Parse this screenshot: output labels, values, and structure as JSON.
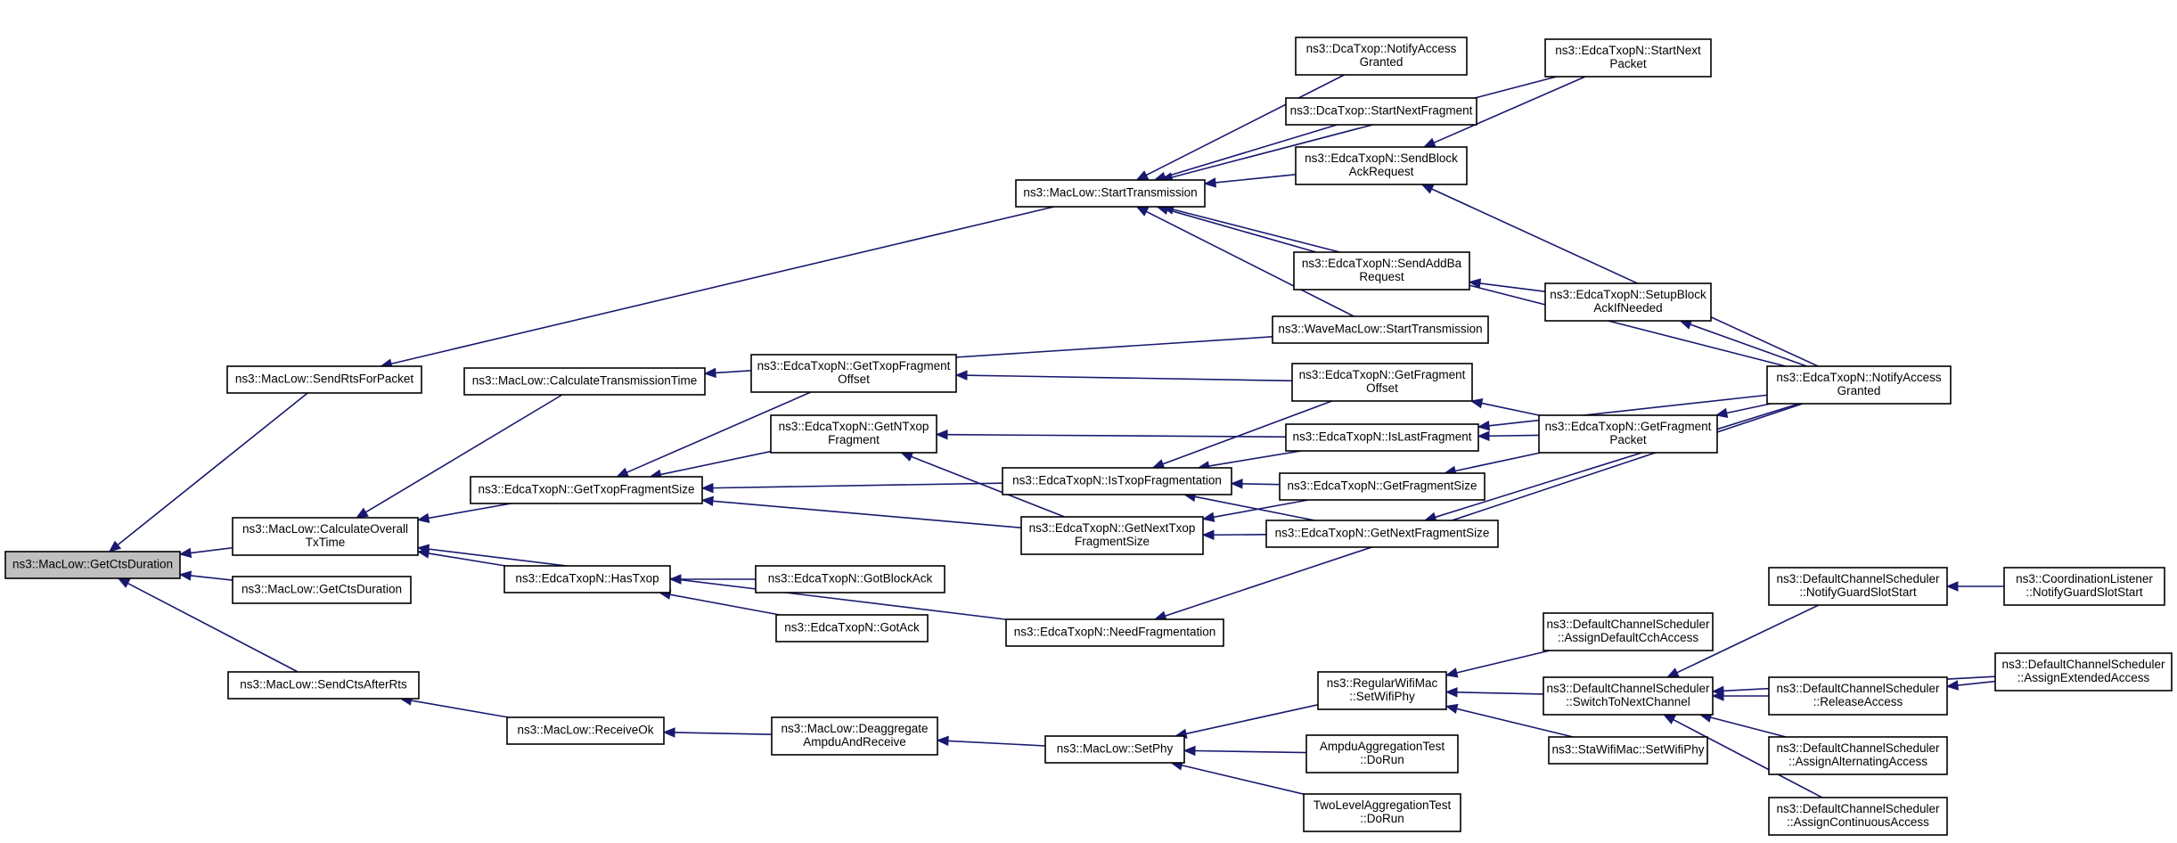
{
  "nodes": [
    {
      "id": "root",
      "lines": [
        "ns3::MacLow::GetCtsDuration"
      ],
      "root": true
    },
    {
      "id": "sendRtsForPacket",
      "lines": [
        "ns3::MacLow::SendRtsForPacket"
      ]
    },
    {
      "id": "calcOverall",
      "lines": [
        "ns3::MacLow::CalculateOverall",
        "TxTime"
      ]
    },
    {
      "id": "getCtsDuration2",
      "lines": [
        "ns3::MacLow::GetCtsDuration"
      ]
    },
    {
      "id": "sendCtsAfterRts",
      "lines": [
        "ns3::MacLow::SendCtsAfterRts"
      ]
    },
    {
      "id": "calcTransTime",
      "lines": [
        "ns3::MacLow::CalculateTransmissionTime"
      ]
    },
    {
      "id": "getTxopFragSize",
      "lines": [
        "ns3::EdcaTxopN::GetTxopFragmentSize"
      ]
    },
    {
      "id": "hasTxop",
      "lines": [
        "ns3::EdcaTxopN::HasTxop"
      ]
    },
    {
      "id": "receiveOk",
      "lines": [
        "ns3::MacLow::ReceiveOk"
      ]
    },
    {
      "id": "startTransmission",
      "lines": [
        "ns3::MacLow::StartTransmission"
      ]
    },
    {
      "id": "getTxopFragOffset",
      "lines": [
        "ns3::EdcaTxopN::GetTxopFragment",
        "Offset"
      ]
    },
    {
      "id": "getNTxopFrag",
      "lines": [
        "ns3::EdcaTxopN::GetNTxop",
        "Fragment"
      ]
    },
    {
      "id": "gotBlockAck",
      "lines": [
        "ns3::EdcaTxopN::GotBlockAck"
      ]
    },
    {
      "id": "gotAck",
      "lines": [
        "ns3::EdcaTxopN::GotAck"
      ]
    },
    {
      "id": "deaggregate",
      "lines": [
        "ns3::MacLow::Deaggregate",
        "AmpduAndReceive"
      ]
    },
    {
      "id": "isTxopFrag",
      "lines": [
        "ns3::EdcaTxopN::IsTxopFragmentation"
      ]
    },
    {
      "id": "getNextTxopFragSize",
      "lines": [
        "ns3::EdcaTxopN::GetNextTxop",
        "FragmentSize"
      ]
    },
    {
      "id": "needFrag",
      "lines": [
        "ns3::EdcaTxopN::NeedFragmentation"
      ]
    },
    {
      "id": "setPhy",
      "lines": [
        "ns3::MacLow::SetPhy"
      ]
    },
    {
      "id": "dcaNotify",
      "lines": [
        "ns3::DcaTxop::NotifyAccess",
        "Granted"
      ]
    },
    {
      "id": "dcaStartNext",
      "lines": [
        "ns3::DcaTxop::StartNextFragment"
      ]
    },
    {
      "id": "sendBlockAckReq",
      "lines": [
        "ns3::EdcaTxopN::SendBlock",
        "AckRequest"
      ]
    },
    {
      "id": "sendAddBa",
      "lines": [
        "ns3::EdcaTxopN::SendAddBa",
        "Request"
      ]
    },
    {
      "id": "waveStart",
      "lines": [
        "ns3::WaveMacLow::StartTransmission"
      ]
    },
    {
      "id": "getFragOffset",
      "lines": [
        "ns3::EdcaTxopN::GetFragment",
        "Offset"
      ]
    },
    {
      "id": "isLastFrag",
      "lines": [
        "ns3::EdcaTxopN::IsLastFragment"
      ]
    },
    {
      "id": "getFragSize",
      "lines": [
        "ns3::EdcaTxopN::GetFragmentSize"
      ]
    },
    {
      "id": "getNextFragSize",
      "lines": [
        "ns3::EdcaTxopN::GetNextFragmentSize"
      ]
    },
    {
      "id": "regularSetWifiPhy",
      "lines": [
        "ns3::RegularWifiMac",
        "::SetWifiPhy"
      ]
    },
    {
      "id": "ampduTest",
      "lines": [
        "AmpduAggregationTest",
        "::DoRun"
      ]
    },
    {
      "id": "twoLevelTest",
      "lines": [
        "TwoLevelAggregationTest",
        "::DoRun"
      ]
    },
    {
      "id": "startNextPacket",
      "lines": [
        "ns3::EdcaTxopN::StartNext",
        "Packet"
      ]
    },
    {
      "id": "setupBlockAck",
      "lines": [
        "ns3::EdcaTxopN::SetupBlock",
        "AckIfNeeded"
      ]
    },
    {
      "id": "getFragPacket",
      "lines": [
        "ns3::EdcaTxopN::GetFragment",
        "Packet"
      ]
    },
    {
      "id": "assignDefaultCch",
      "lines": [
        "ns3::DefaultChannelScheduler",
        "::AssignDefaultCchAccess"
      ]
    },
    {
      "id": "switchToNext",
      "lines": [
        "ns3::DefaultChannelScheduler",
        "::SwitchToNextChannel"
      ]
    },
    {
      "id": "staSetWifiPhy",
      "lines": [
        "ns3::StaWifiMac::SetWifiPhy"
      ]
    },
    {
      "id": "notifyAccessGranted",
      "lines": [
        "ns3::EdcaTxopN::NotifyAccess",
        "Granted"
      ]
    },
    {
      "id": "notifyGuardSlot",
      "lines": [
        "ns3::DefaultChannelScheduler",
        "::NotifyGuardSlotStart"
      ]
    },
    {
      "id": "releaseAccess",
      "lines": [
        "ns3::DefaultChannelScheduler",
        "::ReleaseAccess"
      ]
    },
    {
      "id": "assignAlternating",
      "lines": [
        "ns3::DefaultChannelScheduler",
        "::AssignAlternatingAccess"
      ]
    },
    {
      "id": "assignContinuous",
      "lines": [
        "ns3::DefaultChannelScheduler",
        "::AssignContinuousAccess"
      ]
    },
    {
      "id": "coordListener",
      "lines": [
        "ns3::CoordinationListener",
        "::NotifyGuardSlotStart"
      ]
    },
    {
      "id": "assignExtended",
      "lines": [
        "ns3::DefaultChannelScheduler",
        "::AssignExtendedAccess"
      ]
    }
  ],
  "edges": [
    {
      "from": "sendRtsForPacket",
      "to": "root"
    },
    {
      "from": "calcOverall",
      "to": "root"
    },
    {
      "from": "getCtsDuration2",
      "to": "root"
    },
    {
      "from": "sendCtsAfterRts",
      "to": "root"
    },
    {
      "from": "startTransmission",
      "to": "sendRtsForPacket"
    },
    {
      "from": "calcTransTime",
      "to": "calcOverall"
    },
    {
      "from": "getTxopFragSize",
      "to": "calcOverall"
    },
    {
      "from": "hasTxop",
      "to": "calcOverall"
    },
    {
      "from": "needFrag",
      "to": "calcOverall"
    },
    {
      "from": "receiveOk",
      "to": "sendCtsAfterRts"
    },
    {
      "from": "waveStart",
      "to": "calcTransTime"
    },
    {
      "from": "getTxopFragOffset",
      "to": "getTxopFragSize"
    },
    {
      "from": "getNTxopFrag",
      "to": "getTxopFragSize"
    },
    {
      "from": "isTxopFrag",
      "to": "getTxopFragSize"
    },
    {
      "from": "getNextTxopFragSize",
      "to": "getTxopFragSize"
    },
    {
      "from": "gotBlockAck",
      "to": "hasTxop"
    },
    {
      "from": "gotAck",
      "to": "hasTxop"
    },
    {
      "from": "deaggregate",
      "to": "receiveOk"
    },
    {
      "from": "dcaNotify",
      "to": "startTransmission"
    },
    {
      "from": "dcaStartNext",
      "to": "startTransmission"
    },
    {
      "from": "sendBlockAckReq",
      "to": "startTransmission"
    },
    {
      "from": "sendAddBa",
      "to": "startTransmission"
    },
    {
      "from": "waveStart",
      "to": "startTransmission"
    },
    {
      "from": "startNextPacket",
      "to": "startTransmission"
    },
    {
      "from": "notifyAccessGranted",
      "to": "startTransmission"
    },
    {
      "from": "getFragOffset",
      "to": "getTxopFragOffset"
    },
    {
      "from": "isLastFrag",
      "to": "getNTxopFrag"
    },
    {
      "from": "getNextTxopFragSize",
      "to": "getNTxopFrag"
    },
    {
      "from": "setPhy",
      "to": "deaggregate"
    },
    {
      "from": "getFragOffset",
      "to": "isTxopFrag"
    },
    {
      "from": "isLastFrag",
      "to": "isTxopFrag"
    },
    {
      "from": "getFragSize",
      "to": "isTxopFrag"
    },
    {
      "from": "getNextFragSize",
      "to": "isTxopFrag"
    },
    {
      "from": "getNextFragSize",
      "to": "getNextTxopFragSize"
    },
    {
      "from": "getFragSize",
      "to": "getNextTxopFragSize"
    },
    {
      "from": "notifyAccessGranted",
      "to": "needFrag"
    },
    {
      "from": "regularSetWifiPhy",
      "to": "setPhy"
    },
    {
      "from": "ampduTest",
      "to": "setPhy"
    },
    {
      "from": "twoLevelTest",
      "to": "setPhy"
    },
    {
      "from": "startNextPacket",
      "to": "sendBlockAckReq"
    },
    {
      "from": "notifyAccessGranted",
      "to": "sendBlockAckReq"
    },
    {
      "from": "setupBlockAck",
      "to": "sendAddBa"
    },
    {
      "from": "getFragPacket",
      "to": "getFragOffset"
    },
    {
      "from": "getFragPacket",
      "to": "isLastFrag"
    },
    {
      "from": "notifyAccessGranted",
      "to": "isLastFrag"
    },
    {
      "from": "getFragPacket",
      "to": "getFragSize"
    },
    {
      "from": "notifyAccessGranted",
      "to": "getNextFragSize"
    },
    {
      "from": "assignDefaultCch",
      "to": "regularSetWifiPhy"
    },
    {
      "from": "switchToNext",
      "to": "regularSetWifiPhy"
    },
    {
      "from": "staSetWifiPhy",
      "to": "regularSetWifiPhy"
    },
    {
      "from": "notifyAccessGranted",
      "to": "setupBlockAck"
    },
    {
      "from": "notifyAccessGranted",
      "to": "getFragPacket"
    },
    {
      "from": "notifyGuardSlot",
      "to": "switchToNext"
    },
    {
      "from": "releaseAccess",
      "to": "switchToNext"
    },
    {
      "from": "assignAlternating",
      "to": "switchToNext"
    },
    {
      "from": "assignContinuous",
      "to": "switchToNext"
    },
    {
      "from": "assignExtended",
      "to": "switchToNext"
    },
    {
      "from": "coordListener",
      "to": "notifyGuardSlot"
    },
    {
      "from": "assignExtended",
      "to": "releaseAccess"
    }
  ]
}
